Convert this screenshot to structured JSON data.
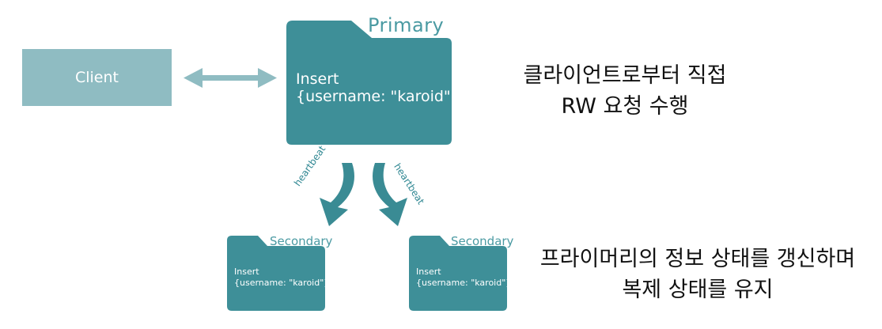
{
  "client": {
    "label": "Client"
  },
  "primary": {
    "title": "Primary",
    "line1": "Insert",
    "line2": "{username: \"karoid\"}"
  },
  "secondaries": [
    {
      "title": "Secondary",
      "line1": "Insert",
      "line2": "{username: \"karoid\"}"
    },
    {
      "title": "Secondary",
      "line1": "Insert",
      "line2": "{username: \"karoid\"}"
    }
  ],
  "heartbeats": [
    "heartbeat",
    "heartbeat"
  ],
  "notes": {
    "primary_line1": "클라이언트로부터 직접",
    "primary_line2": "RW 요청 수행",
    "secondary_line1": "프라이머리의 정보 상태를 갱신하며",
    "secondary_line2": "복제 상태를 유지"
  },
  "colors": {
    "primary_folder": "#3e8f98",
    "client_box": "#8fbcc2",
    "arrow": "#8fbcc2",
    "heartbeat_arrow": "#3a8b94",
    "title_text": "#4a9aa2"
  }
}
